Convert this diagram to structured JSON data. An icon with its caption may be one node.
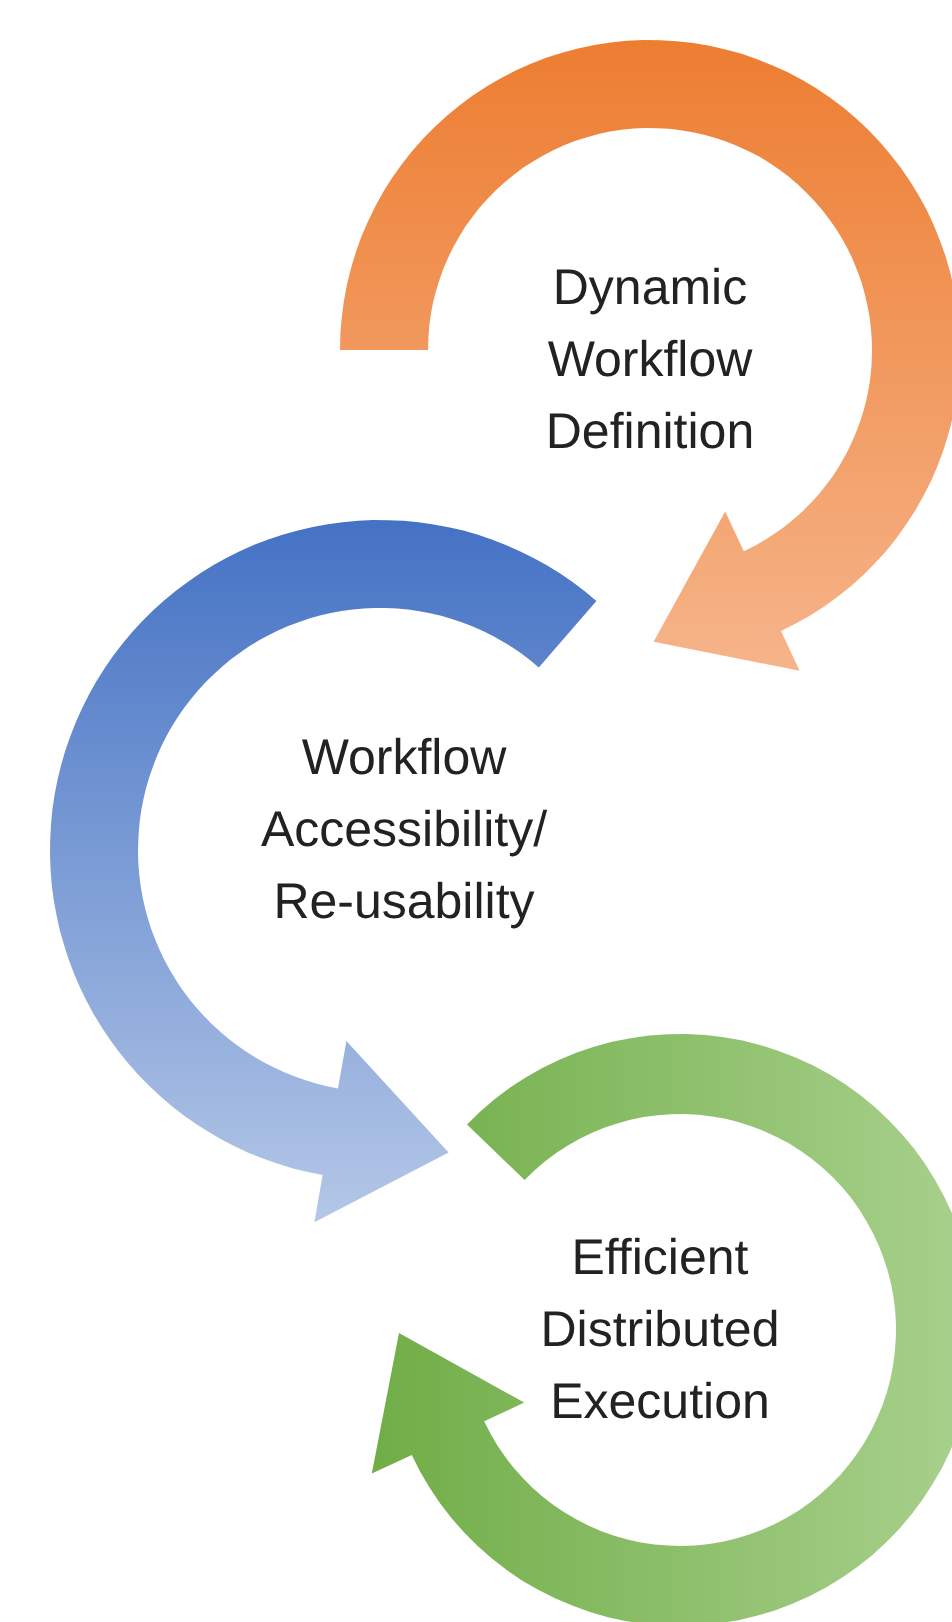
{
  "diagram": {
    "nodes": [
      {
        "text": [
          "Dynamic Workflow Definition"
        ]
      },
      {
        "text": [
          "Workflow Accessibility/ Re-usability"
        ]
      },
      {
        "text": [
          "Efficient Distributed Execution"
        ]
      }
    ]
  }
}
